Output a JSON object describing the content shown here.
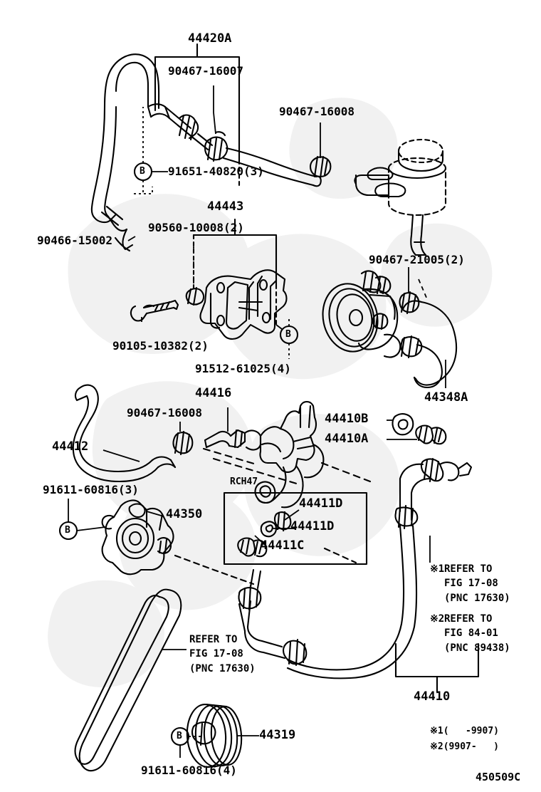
{
  "diagram": {
    "sheet_code": "450509C",
    "gear_code": "RCH47",
    "background": "#ffffff",
    "ink": "#000000",
    "watermark_color": "#f0f0f0"
  },
  "labels": {
    "p44420A": "44420A",
    "p90467_16007": "90467-16007",
    "p90467_16008_top": "90467-16008",
    "p91651_40820": "91651-40820(3)",
    "p90466_15002": "90466-15002",
    "p44443": "44443",
    "p90560_10008": "90560-10008(2)",
    "p90105_10382": "90105-10382(2)",
    "p91512_61025": "91512-61025(4)",
    "p90467_21005": "90467-21005(2)",
    "p44348A": "44348A",
    "p44412": "44412",
    "p44416": "44416",
    "p90467_16008_mid": "90467-16008",
    "p44410B": "44410B",
    "p44410A": "44410A",
    "p91611_60816_3": "91611-60816(3)",
    "p44350": "44350",
    "p44411D_1": "44411D",
    "p44411D_2": "44411D",
    "p44411C": "44411C",
    "p44410": "44410",
    "p44319": "44319",
    "p91611_60816_4": "91611-60816(4)",
    "balloon": "B"
  },
  "notes": {
    "belt_ref": "REFER TO\nFIG 17-08\n(PNC 17630)",
    "ref1": "REFER TO\nFIG 17-08\n(PNC 17630)",
    "ref2": "REFER TO\nFIG 84-01\n(PNC 89438)",
    "mark1": "※1",
    "mark2": "※2",
    "date1": "※1(   -9907)",
    "date2": "※2(9907-   )"
  }
}
